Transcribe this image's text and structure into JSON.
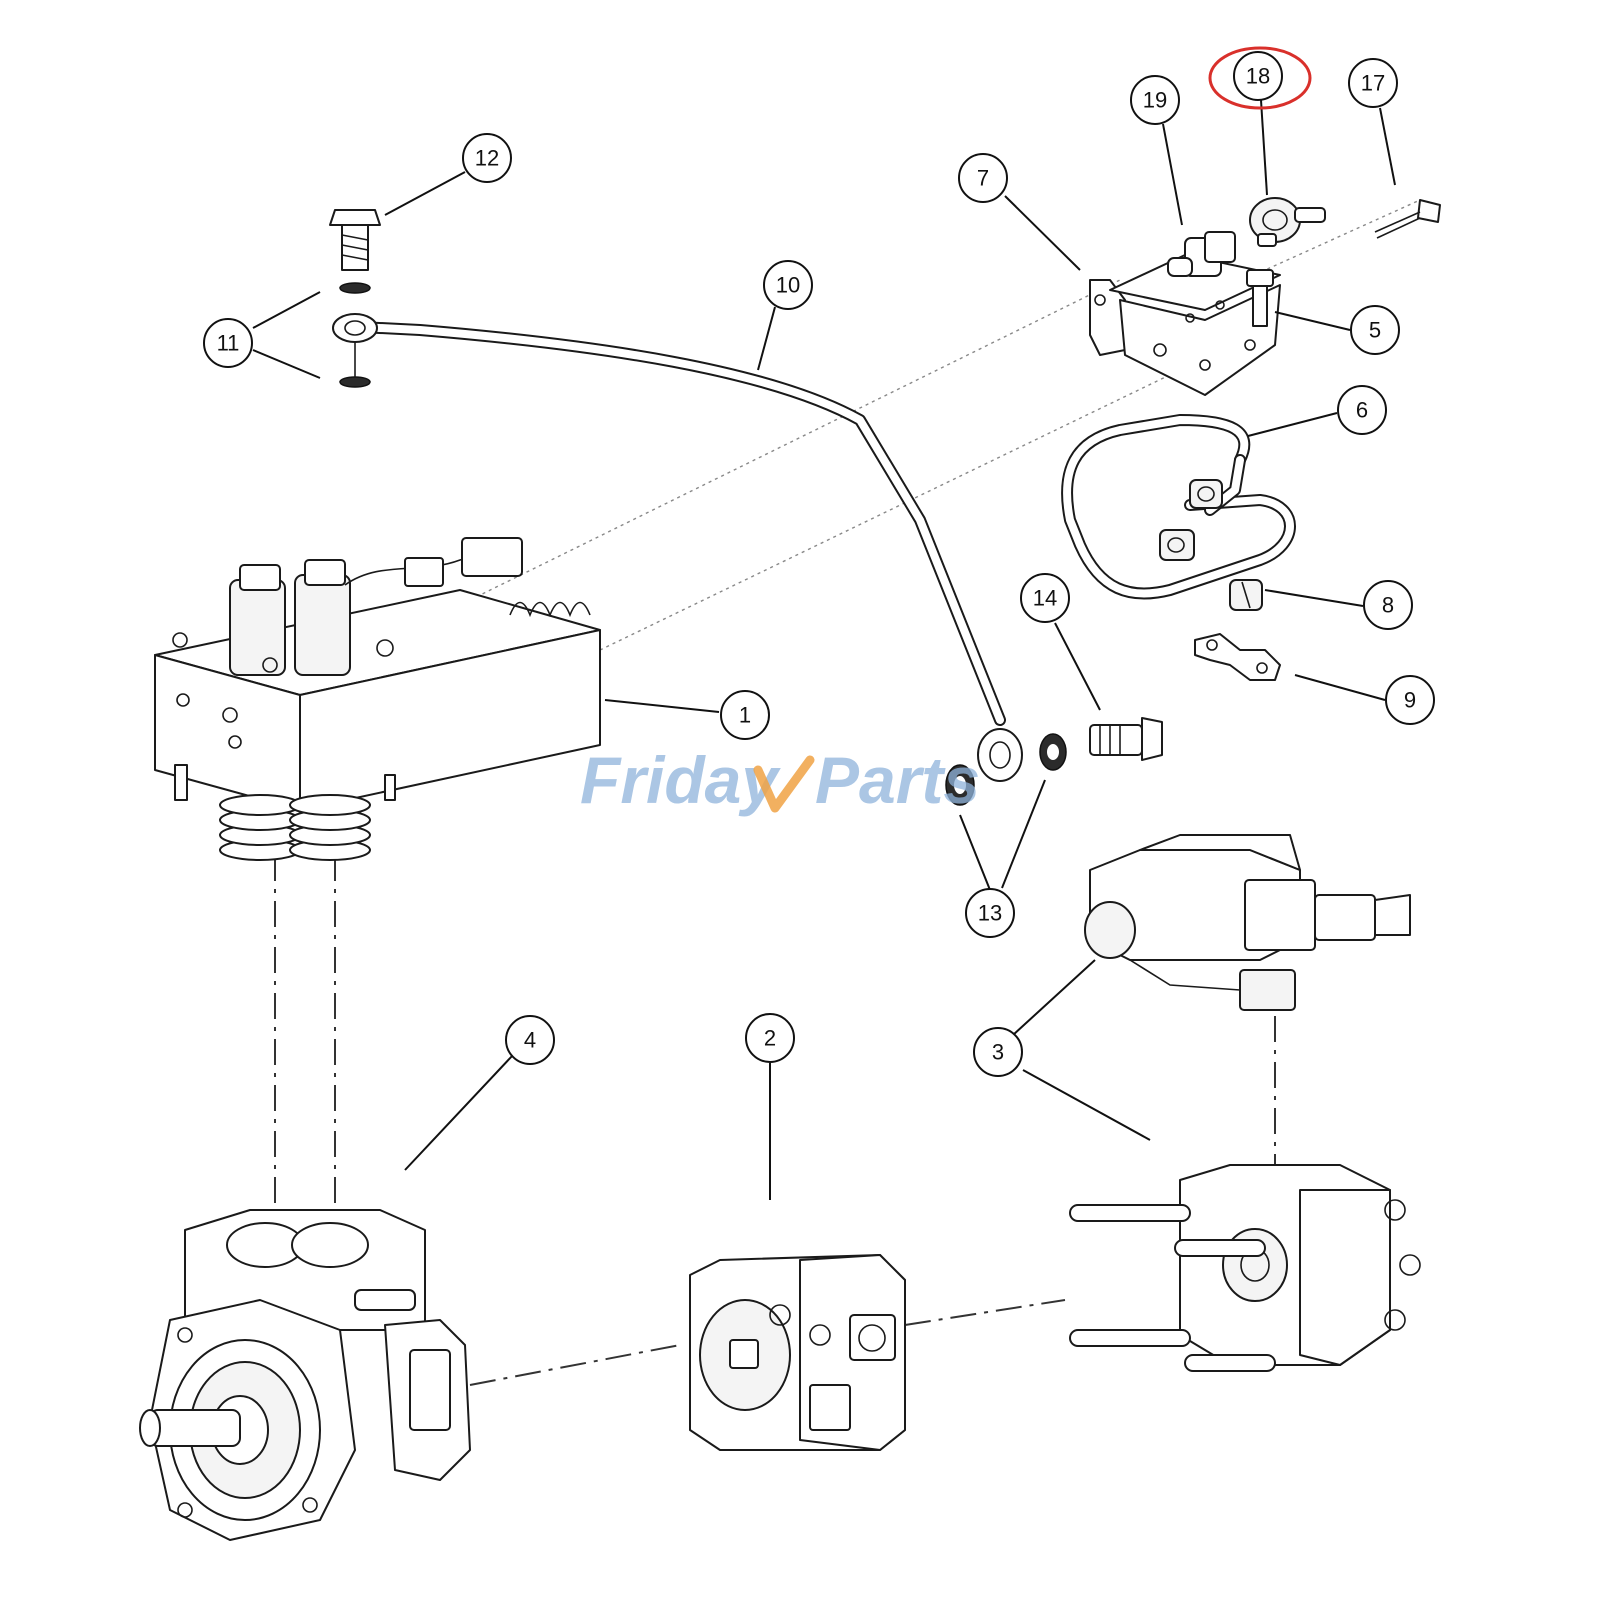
{
  "watermark": {
    "text_left": "Friday",
    "text_right": "Parts"
  },
  "callouts": [
    {
      "id": "c1",
      "label": "1"
    },
    {
      "id": "c2",
      "label": "2"
    },
    {
      "id": "c3",
      "label": "3"
    },
    {
      "id": "c4",
      "label": "4"
    },
    {
      "id": "c5",
      "label": "5"
    },
    {
      "id": "c6",
      "label": "6"
    },
    {
      "id": "c7",
      "label": "7"
    },
    {
      "id": "c8",
      "label": "8"
    },
    {
      "id": "c9",
      "label": "9"
    },
    {
      "id": "c10",
      "label": "10"
    },
    {
      "id": "c11",
      "label": "11"
    },
    {
      "id": "c12",
      "label": "12"
    },
    {
      "id": "c13",
      "label": "13"
    },
    {
      "id": "c14",
      "label": "14"
    },
    {
      "id": "c17",
      "label": "17"
    },
    {
      "id": "c18",
      "label": "18"
    },
    {
      "id": "c19",
      "label": "19"
    }
  ],
  "highlighted_callout": "18",
  "colors": {
    "highlight": "#d9302b",
    "watermark_blue": "#8fb4dc",
    "watermark_orange": "#f0a244"
  }
}
